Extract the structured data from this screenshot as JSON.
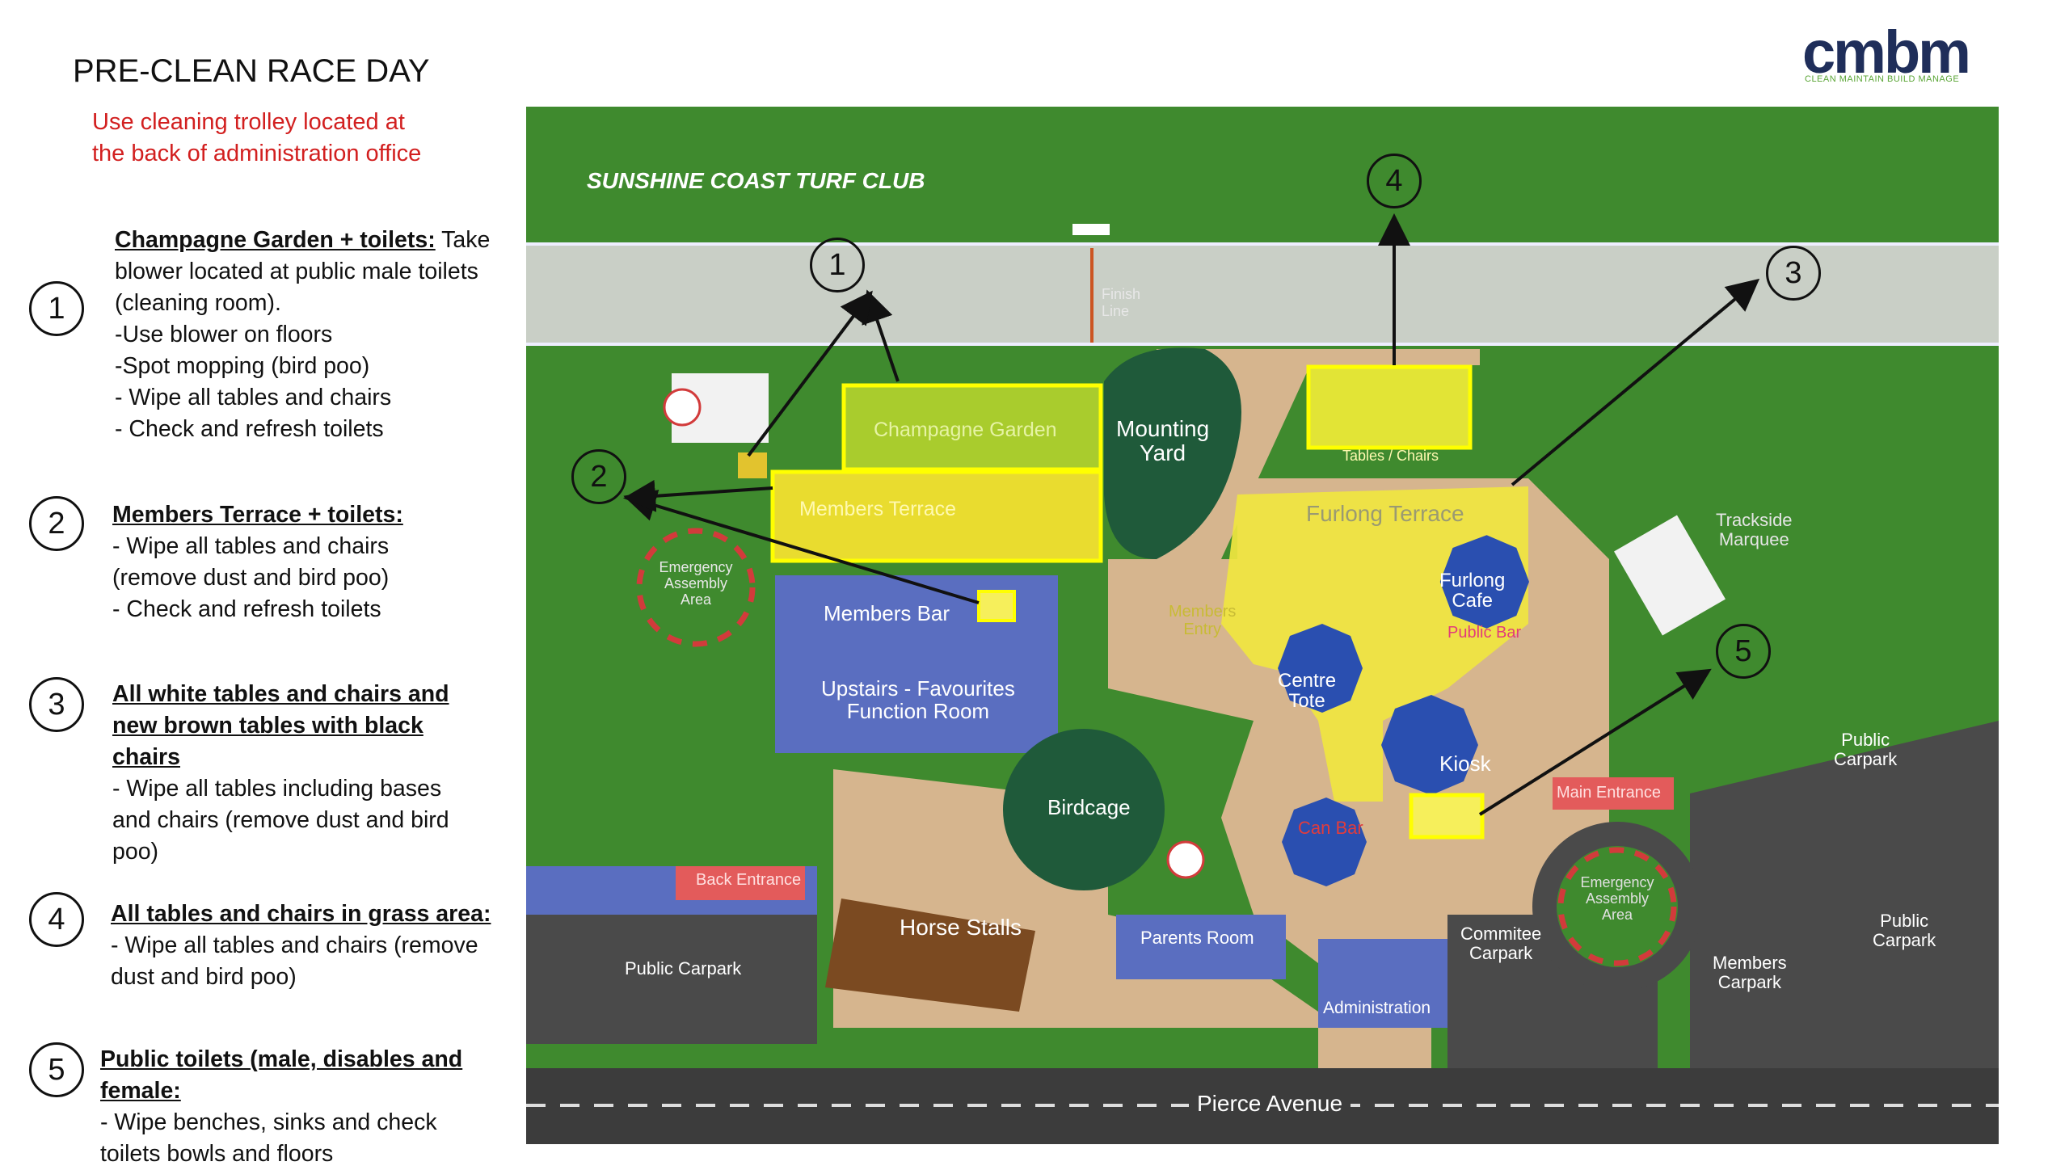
{
  "header": {
    "title": "PRE-CLEAN RACE DAY",
    "subtitle": "Use cleaning trolley located at the back of administration office",
    "logo": "cmbm",
    "logo_tagline": "CLEAN MAINTAIN BUILD MANAGE"
  },
  "steps": [
    {
      "number": "1",
      "heading": "Champagne Garden + toilets:",
      "first_text": " Take blower located at public male toilets (cleaning room).",
      "lines": [
        "-Use blower on floors",
        "-Spot mopping (bird poo)",
        "- Wipe all tables and chairs",
        "- Check and refresh toilets"
      ]
    },
    {
      "number": "2",
      "heading": "Members Terrace + toilets:",
      "first_text": "",
      "lines": [
        "- Wipe all tables and chairs (remove dust and bird poo)",
        "- Check and refresh toilets"
      ]
    },
    {
      "number": "3",
      "heading": "All white tables and chairs and new brown tables with black chairs",
      "first_text": "",
      "lines": [
        "- Wipe all tables including bases and chairs (remove dust and bird poo)"
      ]
    },
    {
      "number": "4",
      "heading": "All tables and chairs in grass area:",
      "first_text": "",
      "lines": [
        "- Wipe all tables and chairs (remove dust and bird poo)"
      ]
    },
    {
      "number": "5",
      "heading": "Public toilets (male, disables and female:",
      "first_text": "",
      "lines": [
        "- Wipe benches, sinks and check toilets bowls and floors"
      ]
    }
  ],
  "map": {
    "club_name": "SUNSHINE COAST TURF CLUB",
    "labels": {
      "finish_line": "Finish\nLine",
      "champagne_garden": "Champagne Garden",
      "mounting_yard": "Mounting\nYard",
      "tables_chairs": "Tables / Chairs",
      "members_terrace": "Members Terrace",
      "furlong_terrace": "Furlong Terrace",
      "trackside_marquee": "Trackside\nMarquee",
      "emergency_assembly_1": "Emergency\nAssembly\nArea",
      "members_bar": "Members Bar",
      "members_entry": "Members\nEntry",
      "furlong_cafe": "Furlong\nCafe",
      "public_bar": "Public Bar",
      "upstairs": "Upstairs - Favourites\nFunction Room",
      "centre_tote": "Centre\nTote",
      "kiosk": "Kiosk",
      "birdcage": "Birdcage",
      "public_carpark_right": "Public\nCarpark",
      "main_entrance": "Main Entrance",
      "can_bar": "Can Bar",
      "back_entrance": "Back Entrance",
      "horse_stalls": "Horse Stalls",
      "emergency_assembly_2": "Emergency\nAssembly\nArea",
      "public_carpark_right2": "Public\nCarpark",
      "public_carpark_left": "Public Carpark",
      "parents_room": "Parents Room",
      "commitee_carpark": "Commitee\nCarpark",
      "members_carpark": "Members\nCarpark",
      "administration": "Administration",
      "pierce_avenue": "Pierce Avenue"
    },
    "markers": [
      "1",
      "2",
      "3",
      "4",
      "5"
    ]
  }
}
